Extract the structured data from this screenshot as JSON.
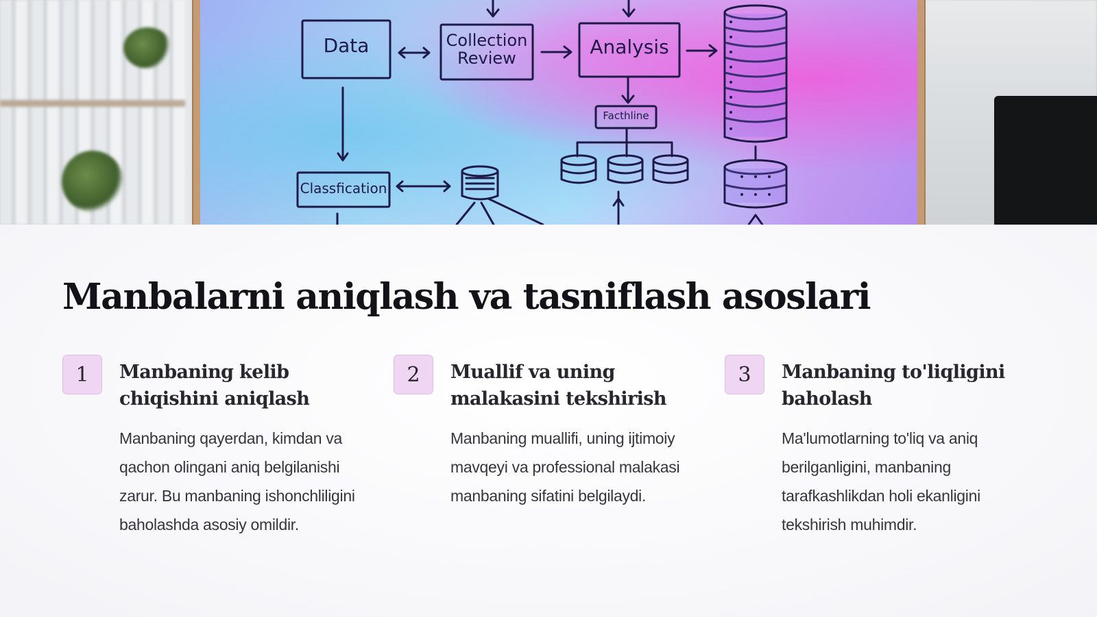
{
  "hero": {
    "diagram_labels": {
      "data": "Data",
      "collection_review_1": "Collection",
      "collection_review_2": "Review",
      "analysis": "Analysis",
      "pipeline": "Facthline",
      "classification": "Classfication"
    }
  },
  "slide": {
    "title": "Manbalarni aniqlash va tasniflash asoslari",
    "cards": [
      {
        "number": "1",
        "title": "Manbaning kelib chiqishini aniqlash",
        "text": "Manbaning qayerdan, kimdan va qachon olingani aniq belgilanishi zarur. Bu manbaning ishonchliligini baholashda asosiy omildir."
      },
      {
        "number": "2",
        "title": "Muallif va uning malakasini tekshirish",
        "text": "Manbaning muallifi, uning ijtimoiy mavqeyi va professional malakasi manbaning sifatini belgilaydi."
      },
      {
        "number": "3",
        "title": "Manbaning to'liqligini baholash",
        "text": "Ma'lumotlarning to'liq va aniq berilganligini, manbaning tarafkashlikdan holi ekanligini tekshirish muhimdir."
      }
    ]
  }
}
